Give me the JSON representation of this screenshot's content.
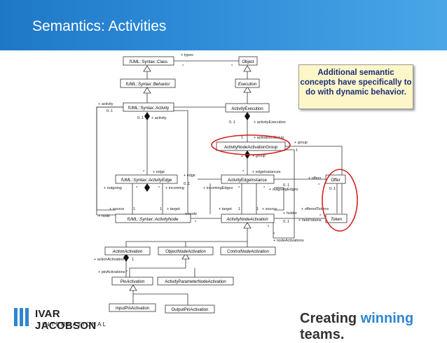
{
  "slide": {
    "title": "Semantics: Activities",
    "callout": "Additional semantic concepts have specifically to do with dynamic behavior.",
    "logo": {
      "name": "IVAR JACOBSON",
      "subtitle": "INTERNATIONAL"
    },
    "tagline": {
      "part1": "Creating ",
      "highlight": "winning",
      "part2": " teams."
    },
    "highlight_color": "#d62020",
    "brand_color": "#2f86cf"
  },
  "classes": {
    "fuml_class": "fUML::Syntax::Class",
    "object": "Object",
    "fuml_behavior": "fUML::Syntax::Behavior",
    "execution": "Execution",
    "fuml_activity": "fUML::Syntax::Activity",
    "activity_execution": "ActivityExecution",
    "activity_node_activation_group": "ActivityNodeActivationGroup",
    "fuml_activity_edge": "fUML::Syntax::ActivityEdge",
    "activity_edge_instance": "ActivityEdgeInstance",
    "offer": "Offer",
    "fuml_activity_node": "fUML::Syntax::ActivityNode",
    "activity_node_activation": "ActivityNodeActivation",
    "token": "Token",
    "action_activation": "ActionActivation",
    "object_node_activation": "ObjectNodeActivation",
    "control_node_activation": "ControlNodeActivation",
    "pin_activation": "PinActivation",
    "activity_parameter_node_activation": "ActivityParameterNodeActivation",
    "input_pin_activation": "InputPinActivation",
    "output_pin_activation": "OutputPinActivation"
  },
  "labels": {
    "types": "+ types",
    "star": "*",
    "activity_left": "+ activity",
    "zero_one": "0..1",
    "activity_mid": "+ activity",
    "activity_execution_role": "+ activityExecution",
    "one": "1",
    "activation_group": "+ activationGroup",
    "group": "+ group",
    "group2": "+ group",
    "edge": "+ edge",
    "edge2": "+ edge",
    "edge_instances": "+ edgeInstances",
    "offers": "+ offers",
    "outgoing": "+ outgoing",
    "incoming": "+ incoming",
    "incoming_edges": "+ incomingEdges",
    "outgoing_edges": "+ outgoingEdges",
    "source": "+ source",
    "target": "+ target",
    "node": "+ node",
    "node2": "+ node",
    "target2": "+ target",
    "source2": "+ source",
    "holder": "+ holder",
    "offered_tokens": "+ offeredTokens",
    "held_tokens": "+ heldTokens",
    "node_activations": "+ nodeActivations",
    "action_activation_role": "+ actionActivation",
    "pin_activations": "+ pinActivations"
  }
}
